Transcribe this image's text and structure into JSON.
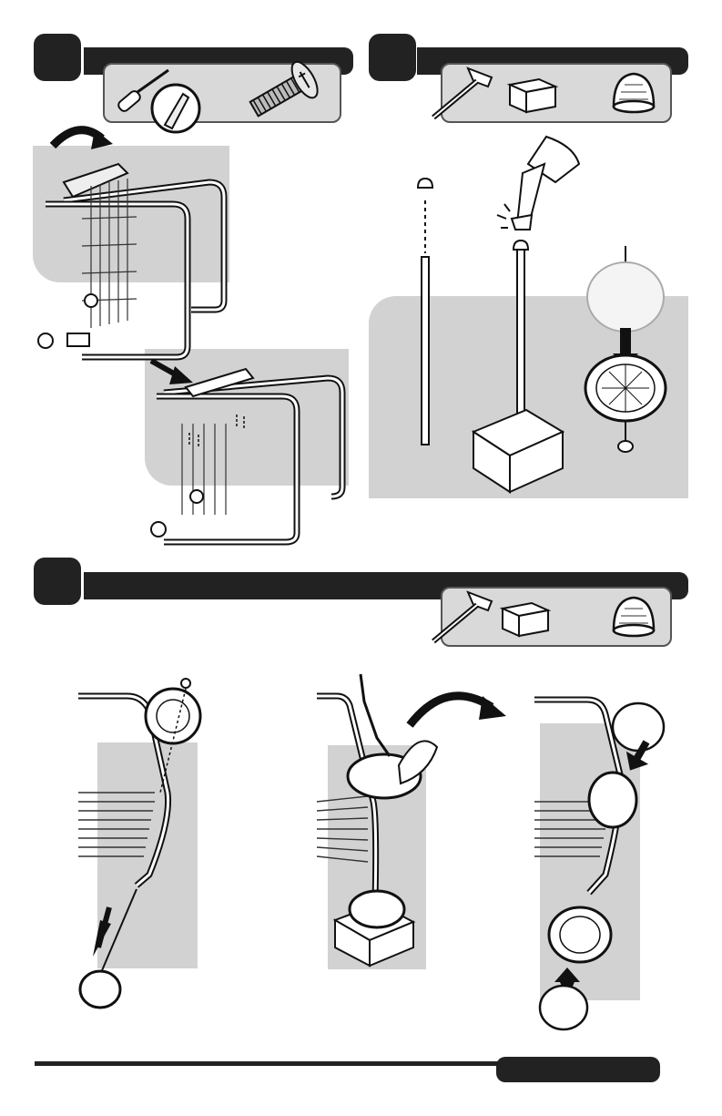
{
  "steps": [
    {
      "id": "step-1",
      "tools": [
        "screwdriver-icon",
        "bolt-icon"
      ]
    },
    {
      "id": "step-2",
      "tools": [
        "hammer-icon",
        "wood-block-icon",
        "hubcap-icon"
      ]
    },
    {
      "id": "step-3",
      "tools": [
        "hammer-icon",
        "wood-block-icon",
        "hubcap-icon"
      ]
    }
  ],
  "colors": {
    "dark": "#222222",
    "panel_gray": "#d2d2d2",
    "toolbox_gray": "#d9d9d9",
    "outline": "#1a1a1a"
  }
}
